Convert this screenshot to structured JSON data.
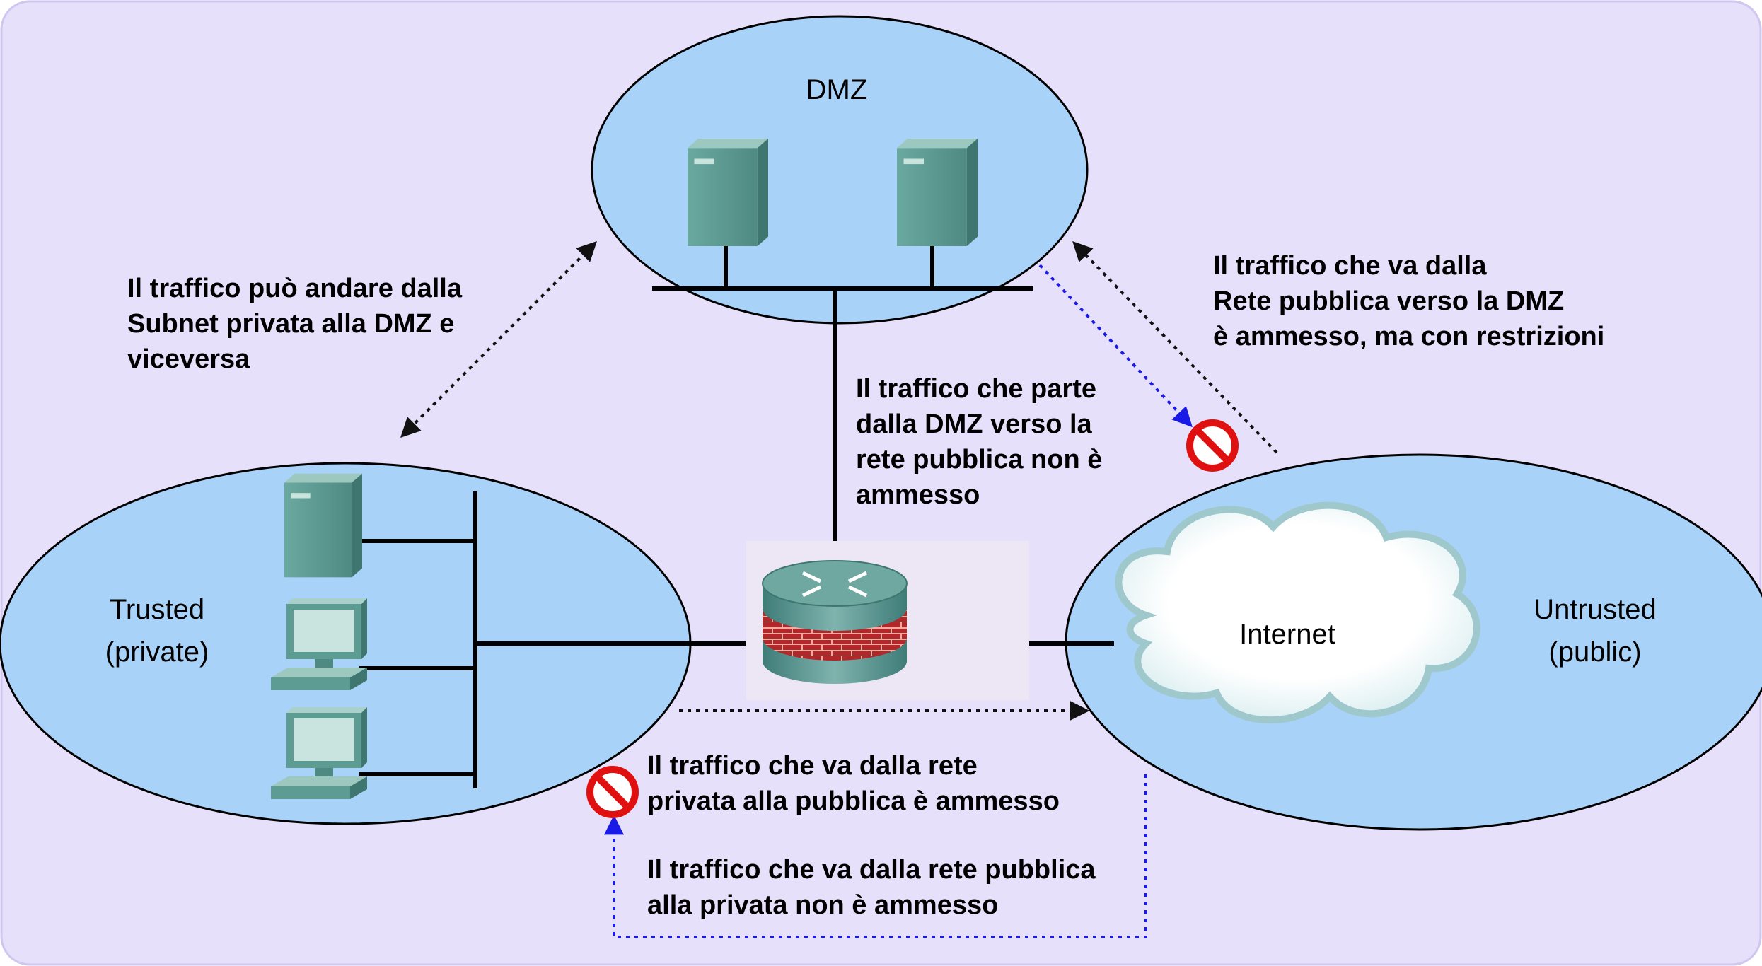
{
  "zones": {
    "dmz": "DMZ",
    "trusted": [
      "Trusted",
      "(private)"
    ],
    "untrusted": [
      "Untrusted",
      "(public)"
    ],
    "internet": "Internet"
  },
  "notes": {
    "private_dmz": [
      "Il traffico può andare dalla",
      "Subnet privata alla DMZ e",
      "viceversa"
    ],
    "public_to_dmz": [
      "Il traffico che va dalla",
      "Rete pubblica verso la DMZ",
      "è ammesso, ma con restrizioni"
    ],
    "dmz_to_public": [
      "Il traffico che parte",
      "dalla DMZ verso la",
      "rete pubblica non è",
      "ammesso"
    ],
    "private_to_public": [
      "Il traffico che va dalla rete",
      "privata alla pubblica è ammesso"
    ],
    "public_to_private": [
      "Il traffico che va dalla rete pubblica",
      "alla privata non è ammesso"
    ]
  },
  "icons": [
    "server-icon",
    "workstation-icon",
    "firewall-router-icon",
    "cloud-icon",
    "no-entry-icon"
  ],
  "colors": {
    "background": "#e6e0fa",
    "zone_fill": "#a9d2f8",
    "device": "#5c9c92",
    "denied_arrow": "#1a1ae6",
    "no_entry": "#e01010"
  }
}
